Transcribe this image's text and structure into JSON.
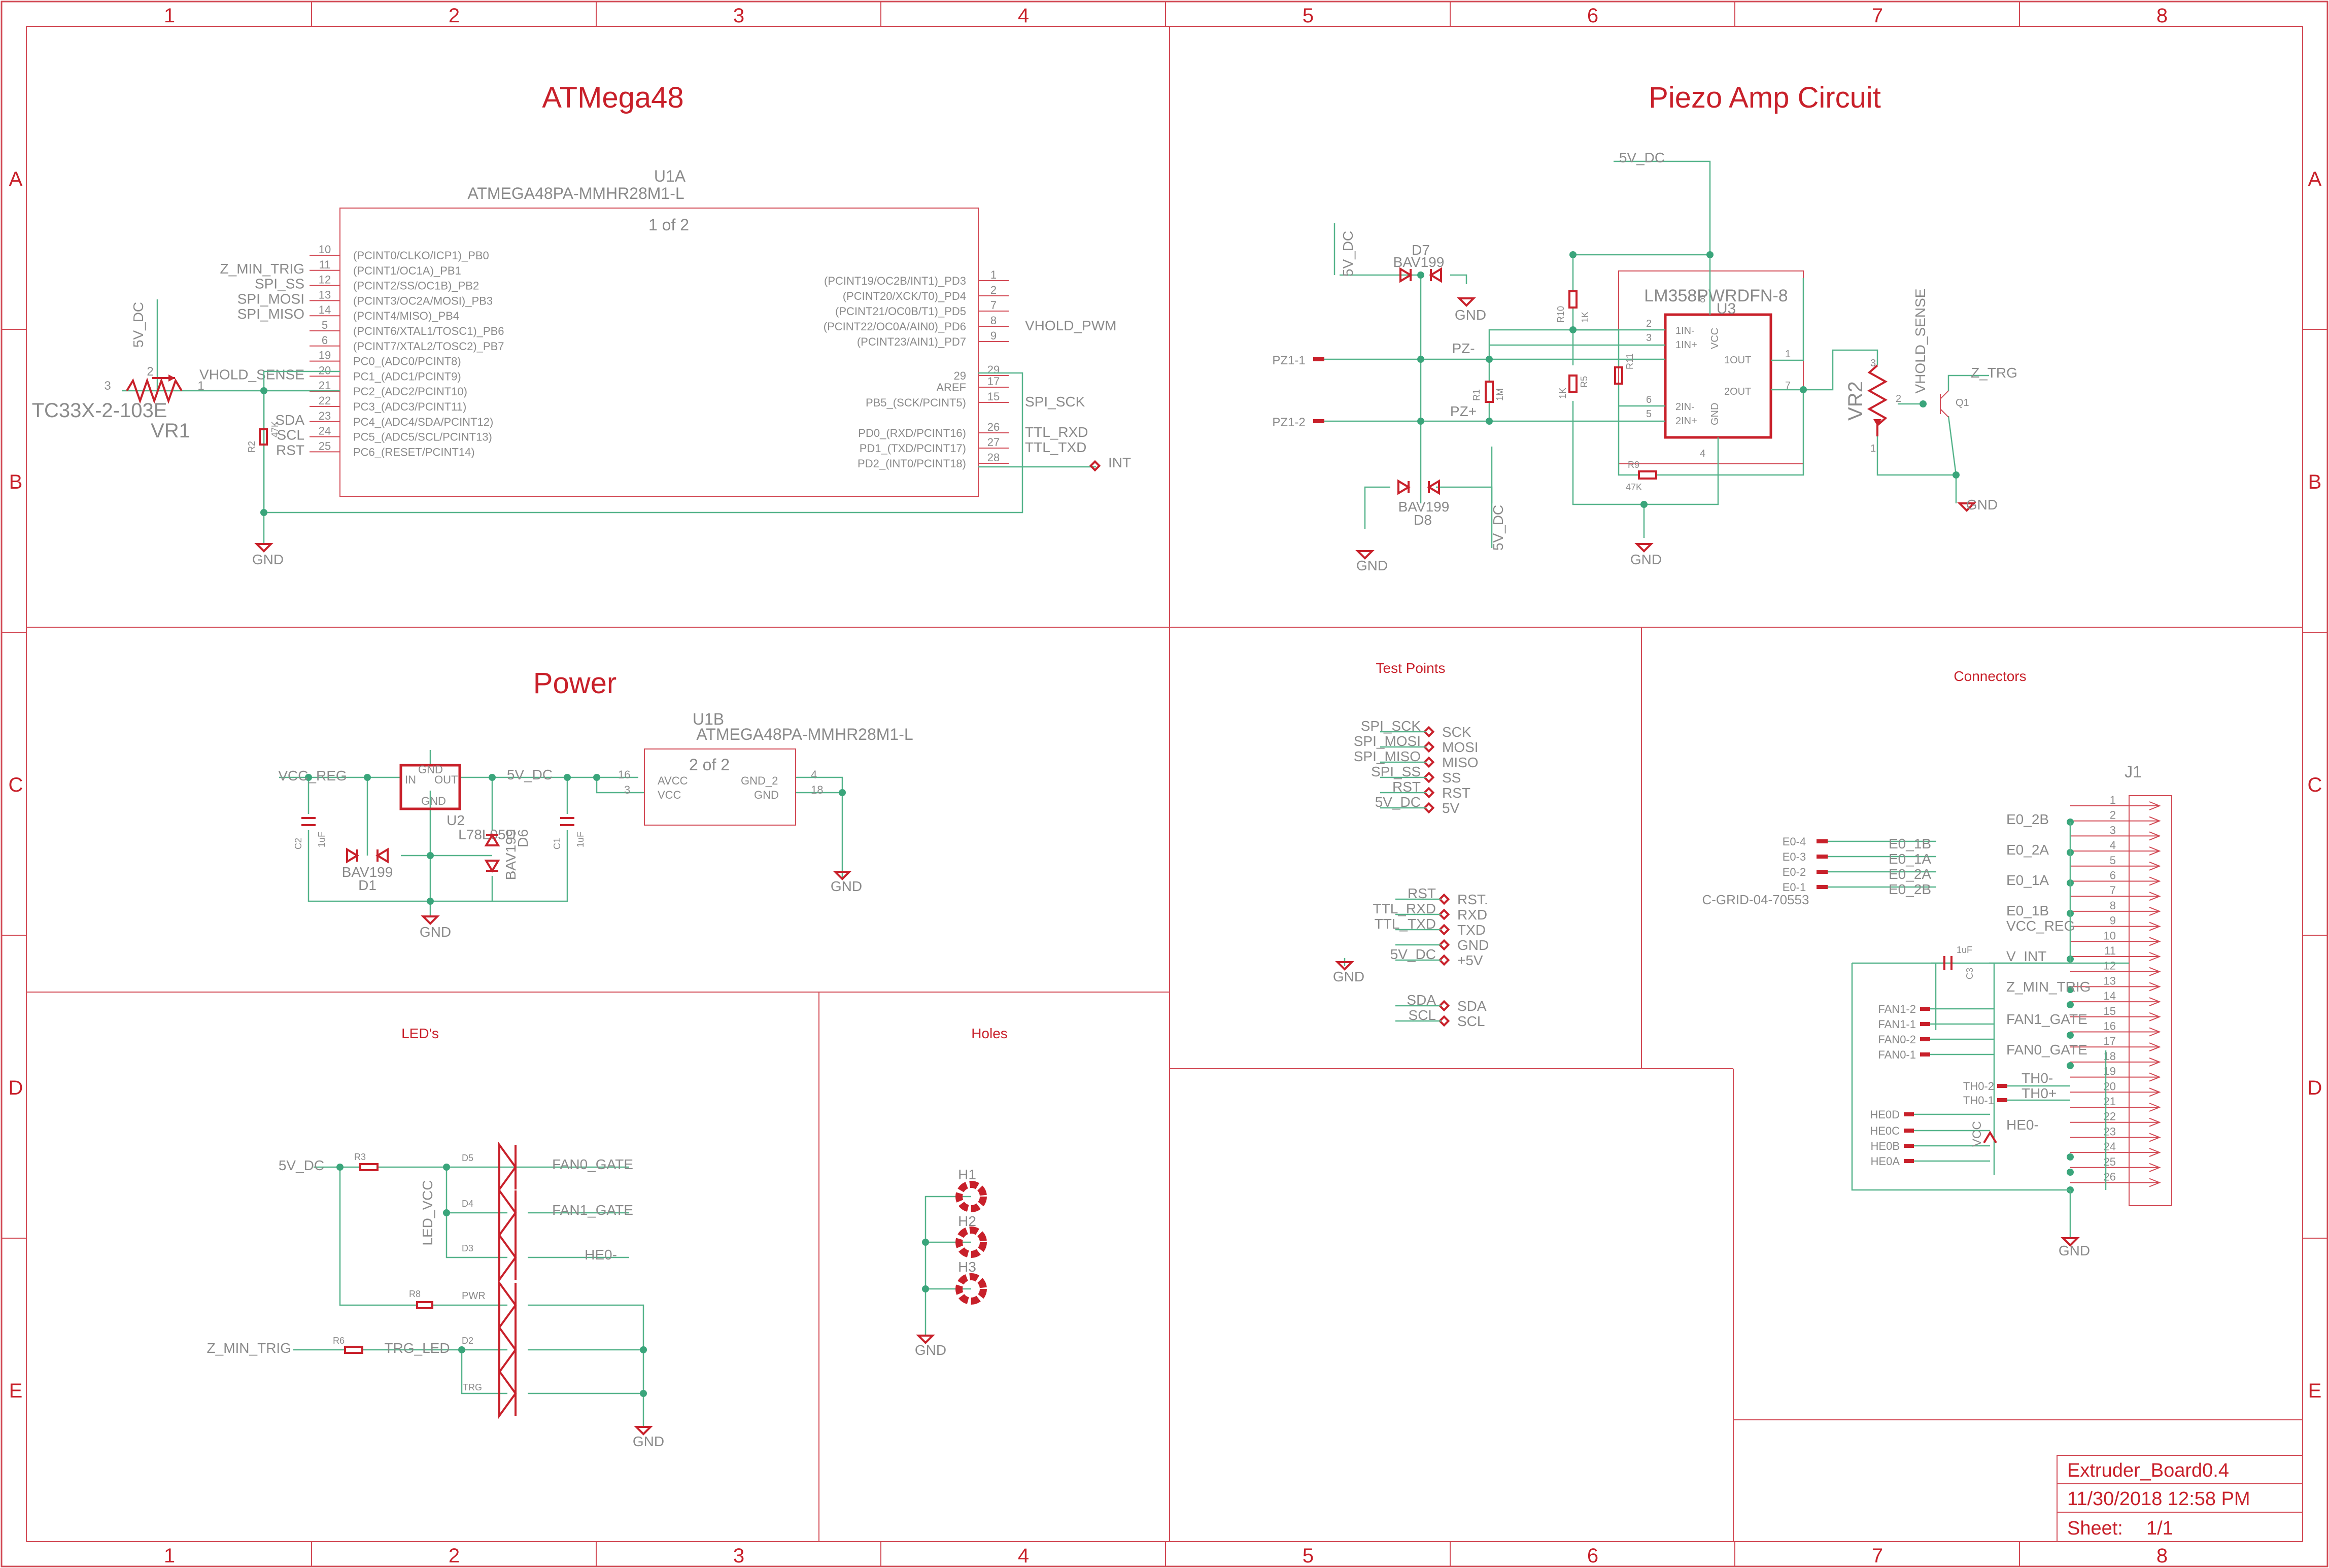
{
  "frame": {
    "columns": [
      "1",
      "2",
      "3",
      "4",
      "5",
      "6",
      "7",
      "8"
    ],
    "rows": [
      "A",
      "B",
      "C",
      "D",
      "E"
    ]
  },
  "sections": {
    "atmega": "ATMega48",
    "piezo": "Piezo Amp Circuit",
    "power": "Power",
    "test_points": "Test Points",
    "connectors": "Connectors",
    "leds": "LED's",
    "holes": "Holes"
  },
  "u1a": {
    "ref": "U1A",
    "value": "ATMEGA48PA-MMHR28M1-L",
    "sheet": "1 of 2",
    "left_pins": [
      {
        "num": "10",
        "name": "(PCINT0/CLKO/ICP1)_PB0",
        "net": ""
      },
      {
        "num": "11",
        "name": "(PCINT1/OC1A)_PB1",
        "net": "Z_MIN_TRIG"
      },
      {
        "num": "12",
        "name": "(PCINT2/SS/OC1B)_PB2",
        "net": "SPI_SS"
      },
      {
        "num": "13",
        "name": "(PCINT3/OC2A/MOSI)_PB3",
        "net": "SPI_MOSI"
      },
      {
        "num": "14",
        "name": "(PCINT4/MISO)_PB4",
        "net": "SPI_MISO"
      },
      {
        "num": "5",
        "name": "(PCINT6/XTAL1/TOSC1)_PB6",
        "net": ""
      },
      {
        "num": "6",
        "name": "(PCINT7/XTAL2/TOSC2)_PB7",
        "net": ""
      },
      {
        "num": "19",
        "name": "PC0_(ADC0/PCINT8)",
        "net": ""
      },
      {
        "num": "20",
        "name": "PC1_(ADC1/PCINT9)",
        "net": "VHOLD_SENSE"
      },
      {
        "num": "21",
        "name": "PC2_(ADC2/PCINT10)",
        "net": ""
      },
      {
        "num": "22",
        "name": "PC3_(ADC3/PCINT11)",
        "net": ""
      },
      {
        "num": "23",
        "name": "PC4_(ADC4/SDA/PCINT12)",
        "net": "SDA"
      },
      {
        "num": "24",
        "name": "PC5_(ADC5/SCL/PCINT13)",
        "net": "SCL"
      },
      {
        "num": "25",
        "name": "PC6_(RESET/PCINT14)",
        "net": "RST"
      }
    ],
    "right_pins": [
      {
        "num": "1",
        "name": "(PCINT19/OC2B/INT1)_PD3",
        "net": ""
      },
      {
        "num": "2",
        "name": "(PCINT20/XCK/T0)_PD4",
        "net": ""
      },
      {
        "num": "7",
        "name": "(PCINT21/OC0B/T1)_PD5",
        "net": ""
      },
      {
        "num": "8",
        "name": "(PCINT22/OC0A/AIN0)_PD6",
        "net": "VHOLD_PWM"
      },
      {
        "num": "9",
        "name": "(PCINT23/AIN1)_PD7",
        "net": ""
      },
      {
        "num": "29",
        "name": "29",
        "net": ""
      },
      {
        "num": "17",
        "name": "AREF",
        "net": ""
      },
      {
        "num": "15",
        "name": "PB5_(SCK/PCINT5)",
        "net": "SPI_SCK"
      },
      {
        "num": "26",
        "name": "PD0_(RXD/PCINT16)",
        "net": "TTL_RXD"
      },
      {
        "num": "27",
        "name": "PD1_(TXD/PCINT17)",
        "net": "TTL_TXD"
      },
      {
        "num": "28",
        "name": "PD2_(INT0/PCINT18)",
        "net": ""
      }
    ],
    "int_label": "INT",
    "vr1_name": "VR1",
    "vr1_value": "TC33X-2-103E",
    "vr1_pin1": "1",
    "vr1_pin2": "2",
    "vr1_pin3": "3",
    "r2_name": "R2",
    "r2_value": "47K",
    "supply": "5V_DC",
    "gnd": "GND"
  },
  "piezo": {
    "supply": "5V_DC",
    "d7_name": "D7",
    "d7_value": "BAV199",
    "d8_name": "D8",
    "d8_value": "BAV199",
    "gnd": "GND",
    "u3_value": "LM358PWRDFN-8",
    "u3_ref": "U3",
    "u3_pins": {
      "in1m": "1IN-",
      "in1p": "1IN+",
      "vcc": "VCC",
      "out1": "1OUT",
      "out2": "2OUT",
      "in2m": "2IN-",
      "in2p": "2IN+",
      "gnd": "GND"
    },
    "u3_nums": {
      "p2": "2",
      "p3": "3",
      "p6": "6",
      "p5": "5",
      "p8": "8",
      "p4": "4",
      "p1": "1",
      "p7": "7"
    },
    "pz1_1": "PZ1-1",
    "pz1_2": "PZ1-2",
    "pz_minus": "PZ-",
    "pz_plus": "PZ+",
    "r1_name": "R1",
    "r1_value": "1M",
    "r10_name": "R10",
    "r10_value": "1K",
    "r5_name": "R5",
    "r5_value": "1K",
    "r11_name": "R11",
    "r9_name": "R9",
    "r9_value": "47K",
    "vr2_name": "VR2",
    "vhold_sense": "VHOLD_SENSE",
    "z_trg": "Z_TRG",
    "q1": "Q1",
    "vr2_pin3": "3",
    "vr2_pin2": "2",
    "vr2_pin1": "1"
  },
  "power": {
    "vcc_reg": "VCC_REG",
    "u2_gnd_top": "GND",
    "u2_in": "IN",
    "u2_out": "OUT",
    "u2_gnd": "GND",
    "u2_name": "U2",
    "u2_value": "L78L05U",
    "out_net": "5V_DC",
    "c2_name": "C2",
    "c2_value": "1uF",
    "c1_name": "C1",
    "c1_value": "1uF",
    "d1_value": "BAV199",
    "d1_name": "D1",
    "d6_value": "BAV199",
    "d6_name": "D6",
    "gnd": "GND",
    "u1b_ref": "U1B",
    "u1b_value": "ATMEGA48PA-MMHR28M1-L",
    "u1b_sheet": "2 of 2",
    "avcc": "AVCC",
    "vcc": "VCC",
    "gnd2": "GND_2",
    "gnd_pin": "GND",
    "p16": "16",
    "p3": "3",
    "p4": "4",
    "p18": "18",
    "gnd_out": "GND"
  },
  "test_points": {
    "group1": [
      {
        "net": "SPI_SCK",
        "label": "SCK"
      },
      {
        "net": "SPI_MOSI",
        "label": "MOSI"
      },
      {
        "net": "SPI_MISO",
        "label": "MISO"
      },
      {
        "net": "SPI_SS",
        "label": "SS"
      },
      {
        "net": "RST",
        "label": "RST"
      },
      {
        "net": "5V_DC",
        "label": "5V"
      }
    ],
    "group2": [
      {
        "net": "RST",
        "label": "RST."
      },
      {
        "net": "TTL_RXD",
        "label": "RXD"
      },
      {
        "net": "TTL_TXD",
        "label": "TXD"
      },
      {
        "net": "",
        "label": "GND"
      },
      {
        "net": "5V_DC",
        "label": "+5V"
      }
    ],
    "gnd": "GND",
    "group3": [
      {
        "net": "SDA",
        "label": "SDA"
      },
      {
        "net": "SCL",
        "label": "SCL"
      }
    ]
  },
  "connectors": {
    "j1_name": "J1",
    "pins": [
      "1",
      "2",
      "3",
      "4",
      "5",
      "6",
      "7",
      "8",
      "9",
      "10",
      "11",
      "12",
      "13",
      "14",
      "15",
      "16",
      "17",
      "18",
      "19",
      "20",
      "21",
      "22",
      "23",
      "24",
      "25",
      "26"
    ],
    "net_labels": [
      {
        "text": "E0_2B"
      },
      {
        "text": "E0_2A"
      },
      {
        "text": "E0_1A"
      },
      {
        "text": "E0_1B"
      },
      {
        "text": "VCC_REG"
      },
      {
        "text": "V_INT"
      },
      {
        "text": "Z_MIN_TRIG"
      },
      {
        "text": "FAN1_GATE"
      },
      {
        "text": "FAN0_GATE"
      },
      {
        "text": "TH0-"
      },
      {
        "text": "TH0+"
      },
      {
        "text": "HE0-"
      }
    ],
    "cgrid": {
      "pins": [
        "E0-4",
        "E0-3",
        "E0-2",
        "E0-1"
      ],
      "nets": [
        "E0_1B",
        "E0_1A",
        "E0_2A",
        "E0_2B"
      ],
      "name": "C-GRID-04-70553"
    },
    "cap_value": "1uF",
    "cap_name": "C3",
    "fan_pins": [
      "FAN1-2",
      "FAN1-1",
      "FAN0-2",
      "FAN0-1"
    ],
    "th_pins": [
      "TH0-2",
      "TH0-1"
    ],
    "he_pins": [
      "HE0D",
      "HE0C",
      "HE0B",
      "HE0A"
    ],
    "vcc": "VCC",
    "gnd": "GND"
  },
  "leds": {
    "supply": "5V_DC",
    "r3": "R3",
    "r8": "R8",
    "r6": "R6",
    "d5": "D5",
    "d4": "D4",
    "d3": "D3",
    "pwr": "PWR",
    "d2": "D2",
    "trg": "TRG",
    "led_vcc": "LED_VCC",
    "fan0_gate": "FAN0_GATE",
    "fan1_gate": "FAN1_GATE",
    "he0": "HE0-",
    "z_min_trig": "Z_MIN_TRIG",
    "trg_led": "TRG_LED",
    "gnd": "GND"
  },
  "holes": {
    "names": [
      "H1",
      "H2",
      "H3"
    ],
    "gnd": "GND"
  },
  "title_block": {
    "board": "Extruder_Board0.4",
    "date": "11/30/2018 12:58 PM",
    "sheet_label": "Sheet:",
    "sheet_value": "1/1"
  }
}
